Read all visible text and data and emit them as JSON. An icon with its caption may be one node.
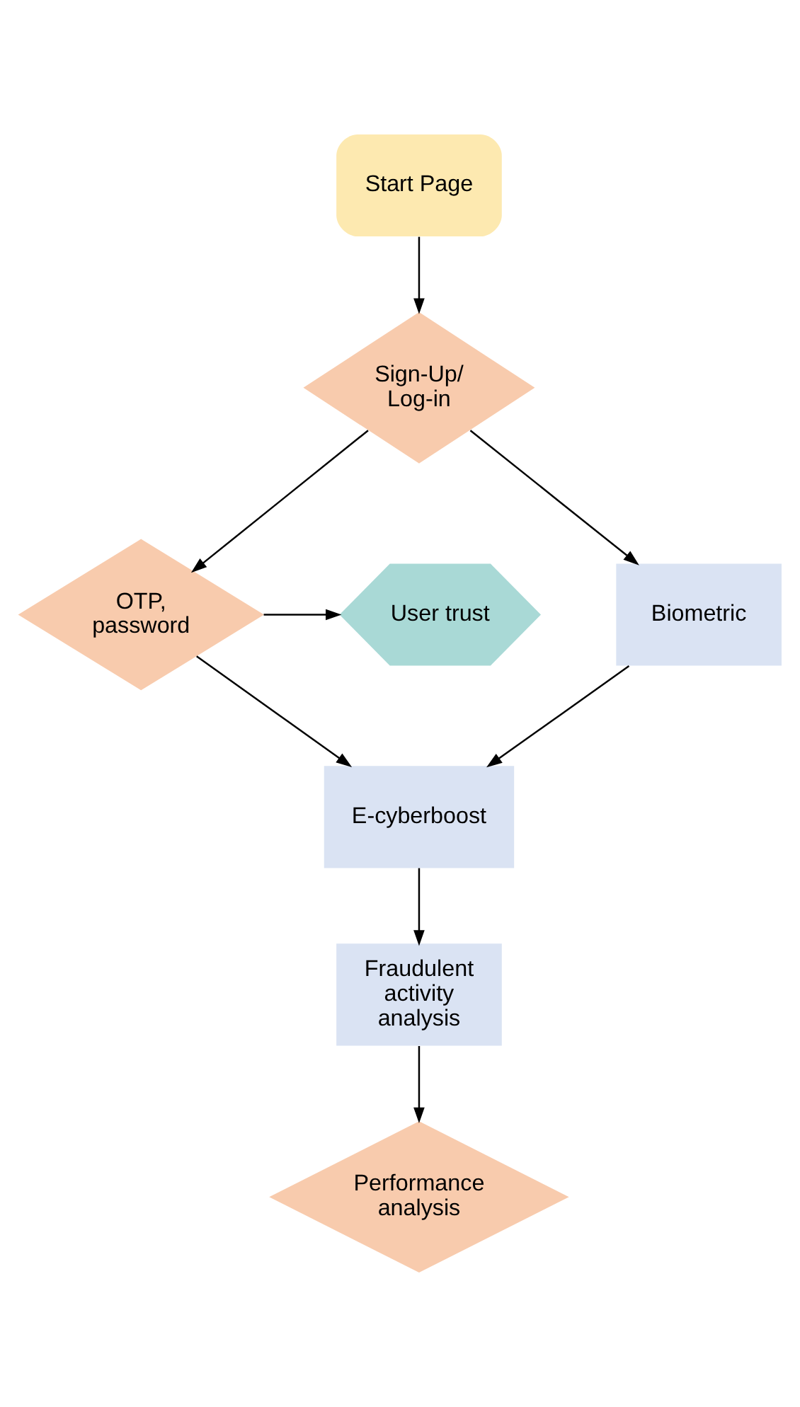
{
  "diagram": {
    "nodes": [
      {
        "text": [
          "Start Page"
        ]
      },
      {
        "text": [
          "Sign-Up/ Log-in"
        ]
      },
      {
        "text": [
          "User trust"
        ]
      },
      {
        "text": [
          "OTP, password"
        ]
      },
      {
        "text": [
          "Biometric"
        ]
      },
      {
        "text": [
          "E-cyberboost"
        ]
      },
      {
        "text": [
          "Fraudulent activity analysis"
        ]
      },
      {
        "text": [
          "Performance analysis"
        ]
      }
    ],
    "edges": [
      {
        "from": 0,
        "to": 1,
        "arrow": "to"
      },
      {
        "from": 1,
        "to": 3,
        "arrow": "to"
      },
      {
        "from": 1,
        "to": 4,
        "arrow": "to"
      },
      {
        "from": 3,
        "to": 2,
        "arrow": "to"
      },
      {
        "from": 3,
        "to": 5,
        "arrow": "to"
      },
      {
        "from": 4,
        "to": 5,
        "arrow": "to"
      },
      {
        "from": 5,
        "to": 6,
        "arrow": "to"
      },
      {
        "from": 6,
        "to": 7,
        "arrow": "to"
      }
    ]
  }
}
